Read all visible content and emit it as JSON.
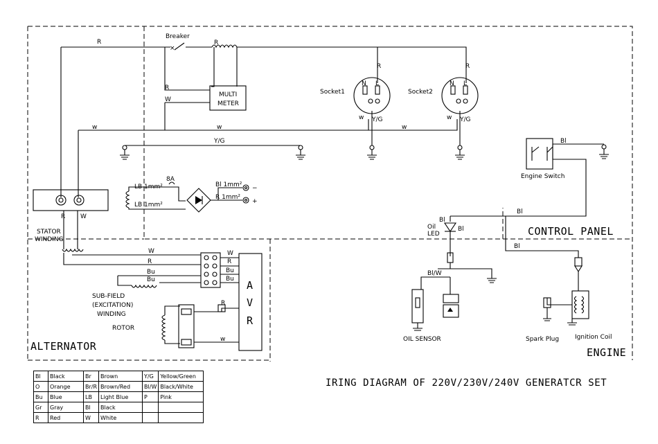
{
  "labels": {
    "breaker": "Breaker",
    "multimeter_line1": "MULTI",
    "multimeter_line2": "METER",
    "socket1": "Socket1",
    "socket2": "Socket2",
    "stator_winding_line1": "STATOR",
    "stator_winding_line2": "WINDING",
    "sub_field_line1": "SUB-FIELD",
    "sub_field_line2": "(EXCITATION)",
    "sub_field_line3": "WINDING",
    "rotor": "ROTOR",
    "avr_a": "A",
    "avr_v": "V",
    "avr_r": "R",
    "fuse_8a": "8A",
    "lb_1mm_top": "LB 1mm²",
    "lb_1mm_bottom": "LB 1mm²",
    "bl_1mm": "Bl  1mm²",
    "r_1mm": "R  1mm²",
    "minus": "−",
    "plus": "+",
    "engine_switch": "Engine Switch",
    "oil_led_1": "Oil",
    "oil_led_2": "LED",
    "oil_sensor": "OIL SENSOR",
    "spark_plug": "Spark Plug",
    "ignition_coil": "Ignition Coil",
    "control_panel": "CONTROL  PANEL",
    "alternator": "ALTERNATOR",
    "engine": "ENGINE",
    "diagram_title": "IRING DIAGRAM OF 220V/230V/240V GENERATCR SET"
  },
  "wire_tags": {
    "R": "R",
    "W": "W",
    "w": "w",
    "N": "N",
    "L": "L",
    "YG": "Y/G",
    "Bl": "Bl",
    "Bu": "Bu",
    "BlW": "Bl/W"
  },
  "legend": {
    "rows": [
      [
        "Bl",
        "Black",
        "Br",
        "Brown",
        "Y/G",
        "Yellow/Green"
      ],
      [
        "O",
        "Orange",
        "Br/R",
        "Brown/Red",
        "Bl/W",
        "Black/White"
      ],
      [
        "Bu",
        "Blue",
        "LB",
        "Light Blue",
        "P",
        "Pink"
      ],
      [
        "Gr",
        "Gray",
        "Bl",
        "Black",
        "",
        ""
      ],
      [
        "R",
        "Red",
        "W",
        "White",
        "",
        ""
      ]
    ]
  }
}
